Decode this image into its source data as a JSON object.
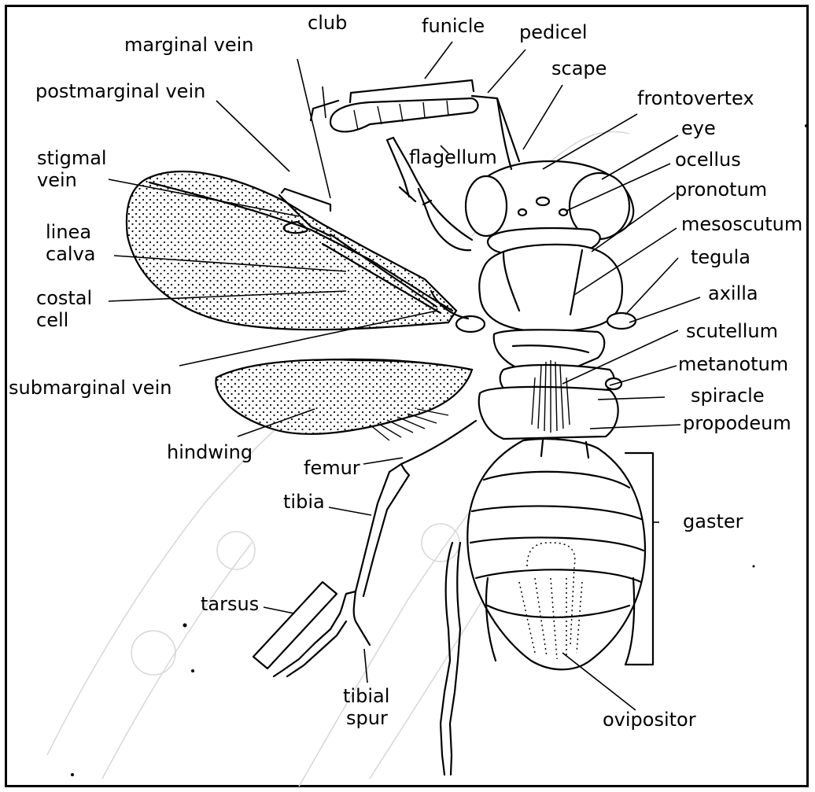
{
  "diagram": {
    "labels": {
      "club": "club",
      "funicle": "funicle",
      "pedicel": "pedicel",
      "marginal_vein": "marginal vein",
      "scape": "scape",
      "postmarginal_vein": "postmarginal vein",
      "frontovertex": "frontovertex",
      "eye": "eye",
      "flagellum": "flagellum",
      "stigmal_vein_1": "stigmal",
      "stigmal_vein_2": "vein",
      "ocellus": "ocellus",
      "pronotum": "pronotum",
      "linea_calva_1": "linea",
      "linea_calva_2": "calva",
      "mesoscutum": "mesoscutum",
      "tegula": "tegula",
      "costal_cell_1": "costal",
      "costal_cell_2": "cell",
      "axilla": "axilla",
      "scutellum": "scutellum",
      "submarginal_vein": "submarginal vein",
      "metanotum": "metanotum",
      "spiracle": "spiracle",
      "propodeum": "propodeum",
      "hindwing": "hindwing",
      "femur": "femur",
      "tibia": "tibia",
      "gaster": "gaster",
      "tarsus": "tarsus",
      "tibial_spur_1": "tibial",
      "tibial_spur_2": "spur",
      "ovipositor": "ovipositor"
    }
  }
}
